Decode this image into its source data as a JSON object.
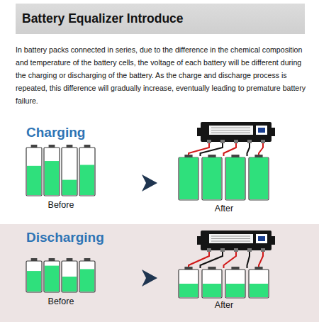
{
  "diagram": {
    "title": "Battery Equalizer Introduce",
    "nodes": [
      {
        "text": [
          "Discharging",
          "Before",
          "After"
        ]
      }
    ],
    "labels": [
      "In battery packs connected in series, due to the difference in the chemical composition and temperature of the battery cells, the voltage of each battery will be different during the charging or discharging of the battery. As the charge and discharge process is repeated, this difference will gradually increase, eventually leading to premature battery failure.",
      "Charging",
      "Before",
      "After"
    ]
  }
}
